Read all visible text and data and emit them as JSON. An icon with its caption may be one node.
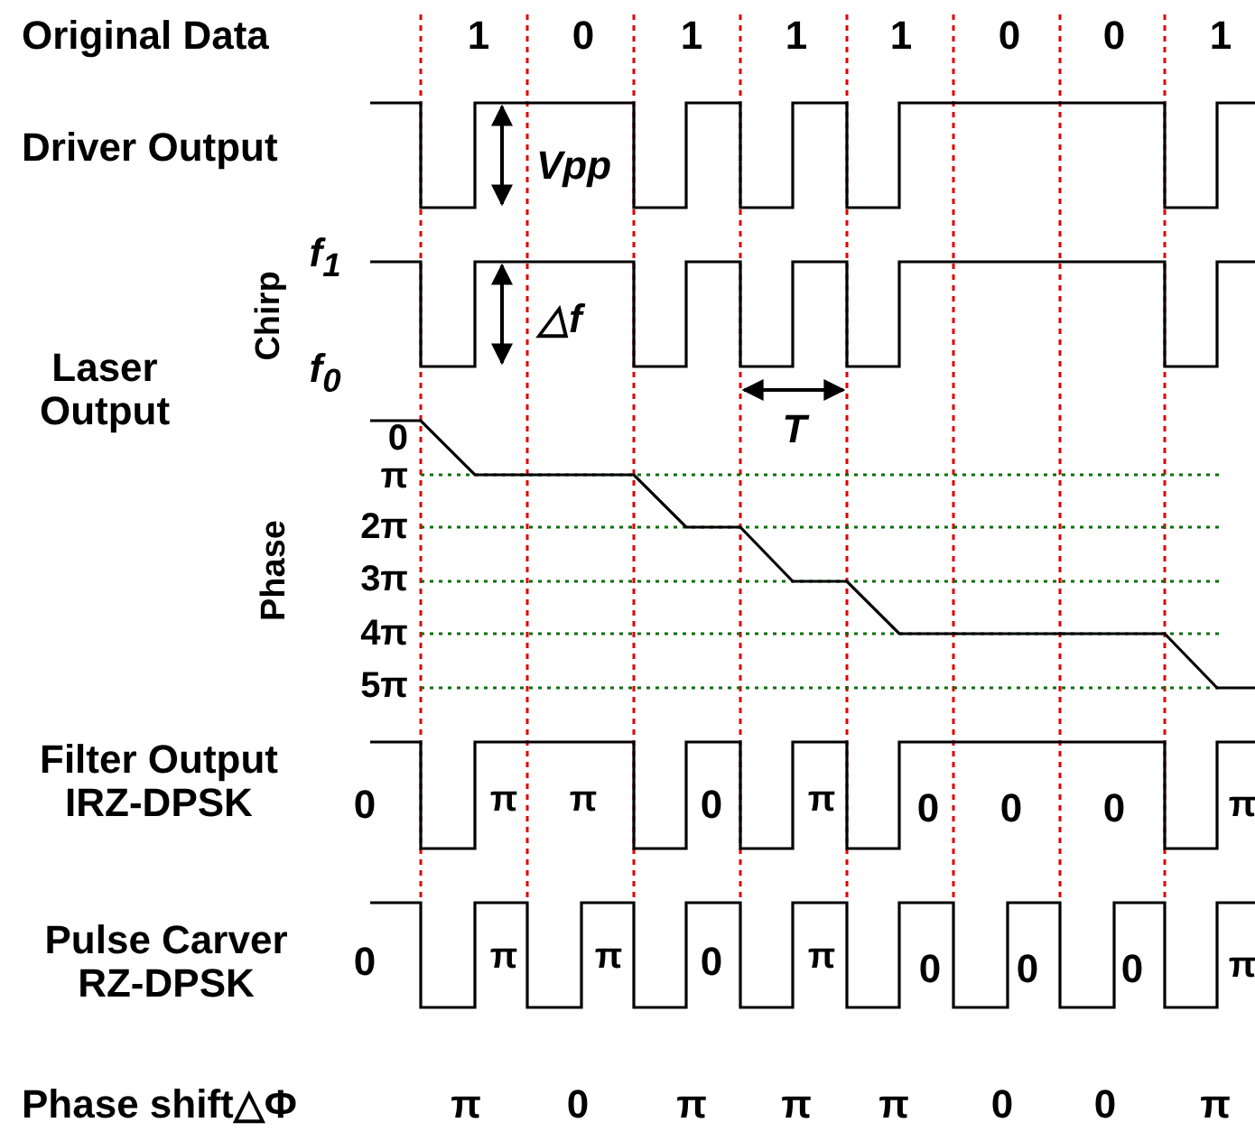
{
  "diagram": {
    "labels": [
      "Original Data",
      "1",
      "0",
      "1",
      "1",
      "1",
      "0",
      "0",
      "1",
      "Driver Output",
      "Vpp",
      "f$_{1}$",
      "△f",
      "Chirp",
      "Laser Output",
      "f$_{0}$",
      "0",
      "T",
      "π",
      "2π",
      "3π",
      "4π",
      "5π",
      "Phase",
      "Filter Output IRZ-DPSK",
      "0",
      "π",
      "π",
      "0",
      "π",
      "0",
      "0",
      "0",
      "π",
      "Pulse Carver RZ-DPSK",
      "0",
      "π",
      "π",
      "0",
      "π",
      "0",
      "0",
      "0",
      "π",
      "Phase shift△Φ",
      "π",
      "0",
      "π",
      "π",
      "π",
      "0",
      "0",
      "π"
    ]
  }
}
